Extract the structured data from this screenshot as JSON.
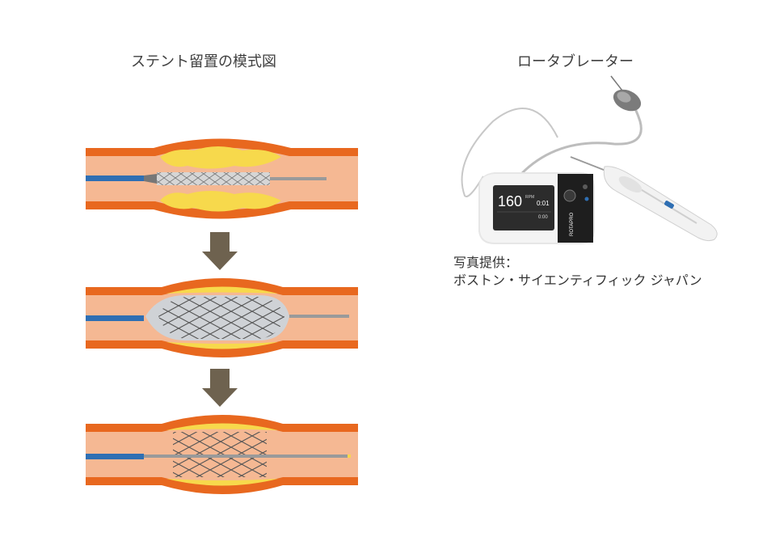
{
  "stent_diagram": {
    "title": "ステント留置の模式図",
    "stages": [
      "balloon-catheter-at-lesion",
      "balloon-inflated-stent-expanded",
      "stent-deployed"
    ]
  },
  "rotablator": {
    "title": "ロータブレーター",
    "console": {
      "display_speed": "160",
      "display_unit": "RPM",
      "display_time": "0:01",
      "display_time2": "0:00",
      "brand": "ROTAPRO"
    },
    "credit_label": "写真提供：",
    "credit_company": "ボストン・サイエンティフィック ジャパン"
  },
  "colors": {
    "vessel_wall": "#e8681f",
    "vessel_inner": "#f5b893",
    "plaque": "#f7d94c",
    "catheter": "#2f6fb3",
    "stent": "#8a8a8a",
    "arrow": "#6e624f"
  }
}
